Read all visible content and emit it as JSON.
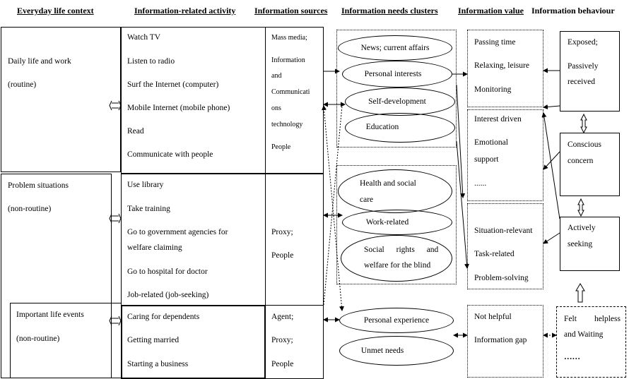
{
  "headers": {
    "context": "Everyday life context",
    "activity": "Information-related activity",
    "sources": "Information sources",
    "needs": "Information needs clusters",
    "value": "Information value",
    "behaviour": "Information behaviour"
  },
  "contexts": [
    {
      "title": "Daily life and work",
      "sub": "(routine)"
    },
    {
      "title": "Problem situations",
      "sub": "(non-routine)"
    },
    {
      "title": "Important life events",
      "sub": "(non-routine)"
    }
  ],
  "activities": {
    "routine": [
      "Watch TV",
      "Listen to radio",
      "Surf the Internet (computer)",
      "Mobile Internet (mobile phone)",
      "Read",
      "Communicate with people"
    ],
    "problem": [
      "Use library",
      "Take training",
      "Go to government agencies for",
      "welfare claiming",
      "Go to hospital for doctor",
      "Job-related (job-seeking)"
    ],
    "events": [
      "Caring for dependents",
      "Getting married",
      "Starting a business"
    ]
  },
  "sources": {
    "routine": [
      "Mass media;",
      "Information",
      "and",
      "Communicati",
      "ons",
      "technology",
      "People"
    ],
    "problem": [
      "Proxy;",
      "People"
    ],
    "events": [
      "Agent;",
      "Proxy;",
      "People"
    ]
  },
  "needs": {
    "routine": [
      "News; current affairs",
      "Personal interests",
      "Self-development",
      "Education"
    ],
    "problem": [
      "Health and social",
      "care",
      "Work-related",
      "Social rights and",
      "welfare for the blind"
    ],
    "events": [
      "Personal experience",
      "Unmet needs"
    ]
  },
  "values": {
    "routine": [
      "Passing time",
      "Relaxing, leisure",
      "Monitoring"
    ],
    "interest": [
      "Interest driven",
      "Emotional",
      "support",
      "......"
    ],
    "situation": [
      "Situation-relevant",
      "Task-related",
      "Problem-solving"
    ],
    "gap": [
      "Not helpful",
      "Information gap"
    ]
  },
  "behaviours": {
    "exposed": [
      "Exposed;",
      "Passively",
      "received"
    ],
    "conscious": [
      "Conscious",
      "concern"
    ],
    "active": [
      "Actively",
      "seeking"
    ],
    "helpless": [
      "Felt",
      "helpless",
      "and Waiting",
      "……"
    ]
  }
}
